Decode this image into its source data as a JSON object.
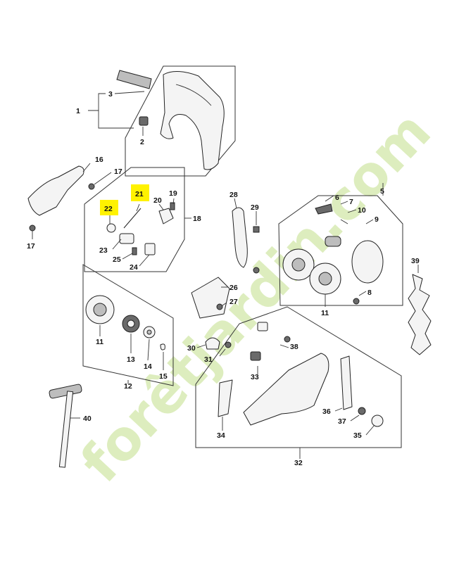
{
  "diagram": {
    "callouts": [
      "1",
      "2",
      "3",
      "5",
      "6",
      "7",
      "8",
      "9",
      "10",
      "11",
      "11",
      "12",
      "13",
      "14",
      "15",
      "16",
      "17",
      "17",
      "18",
      "19",
      "20",
      "21",
      "22",
      "23",
      "24",
      "25",
      "26",
      "27",
      "28",
      "29",
      "30",
      "31",
      "32",
      "33",
      "34",
      "35",
      "36",
      "37",
      "38",
      "39",
      "40"
    ],
    "highlighted": [
      "21",
      "22"
    ],
    "highlight_color": "#fff200"
  },
  "watermark": {
    "text": "forêtjardin.com",
    "colors": {
      "light": "#d8eab3",
      "accent": "#f7d8a8",
      "tail": "#d9d3c7"
    }
  }
}
